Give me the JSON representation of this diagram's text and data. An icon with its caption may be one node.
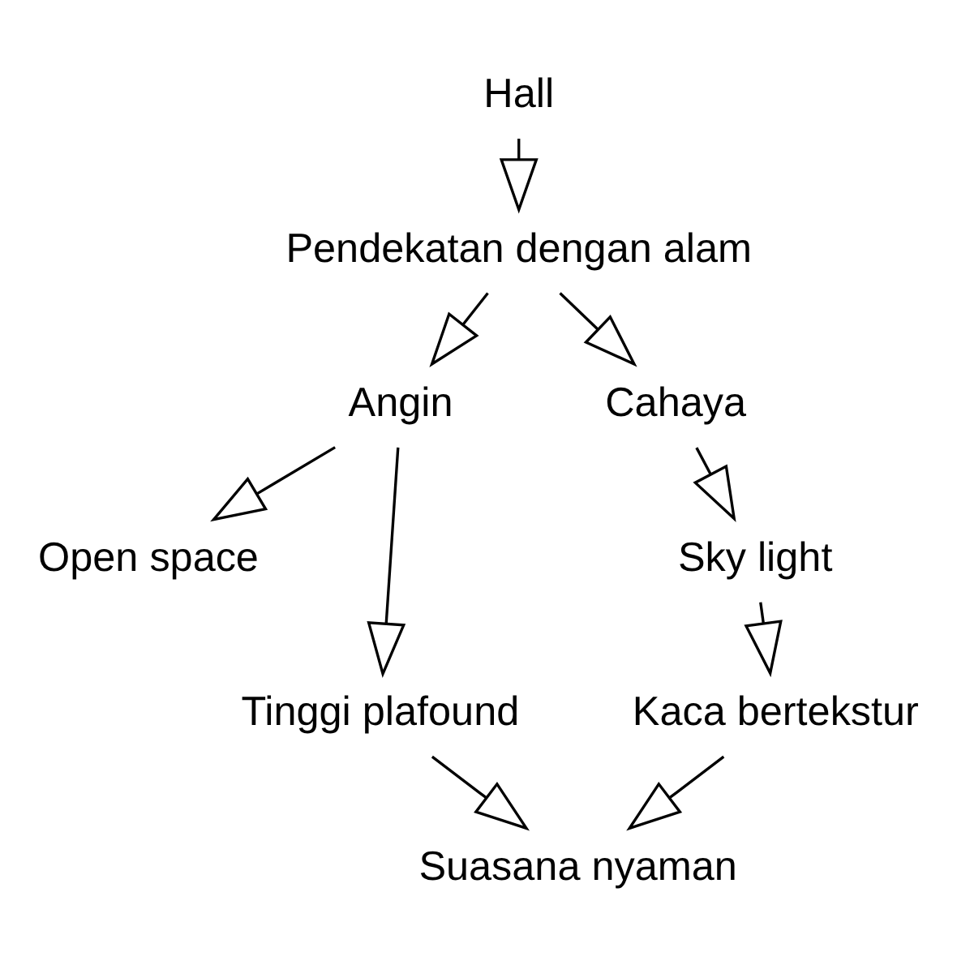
{
  "diagram": {
    "nodes": [
      {
        "text": [
          "Hall"
        ]
      },
      {
        "text": [
          "Pendekatan dengan alam"
        ]
      },
      {
        "text": [
          "Angin"
        ]
      },
      {
        "text": [
          "Cahaya"
        ]
      },
      {
        "text": [
          "Open space"
        ]
      },
      {
        "text": [
          "Tinggi plafound"
        ]
      },
      {
        "text": [
          "Sky light"
        ]
      },
      {
        "text": [
          "Kaca bertekstur"
        ]
      },
      {
        "text": [
          "Suasana nyaman"
        ]
      }
    ],
    "edges": [
      {
        "from": 0,
        "to": 1,
        "arrow": "to"
      },
      {
        "from": 1,
        "to": 2,
        "arrow": "to"
      },
      {
        "from": 1,
        "to": 3,
        "arrow": "to"
      },
      {
        "from": 2,
        "to": 4,
        "arrow": "to"
      },
      {
        "from": 2,
        "to": 5,
        "arrow": "to"
      },
      {
        "from": 3,
        "to": 6,
        "arrow": "to"
      },
      {
        "from": 6,
        "to": 7,
        "arrow": "to"
      },
      {
        "from": 5,
        "to": 8,
        "arrow": "to"
      },
      {
        "from": 7,
        "to": 8,
        "arrow": "to"
      }
    ]
  }
}
